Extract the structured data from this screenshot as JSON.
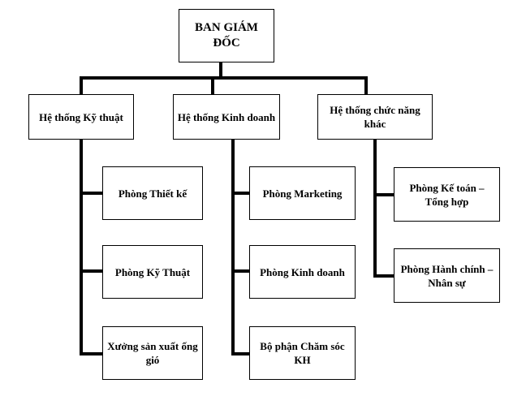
{
  "org_chart": {
    "root": "BAN GIÁM ĐỐC",
    "groups": [
      {
        "title": "Hệ thống Kỹ thuật",
        "units": [
          "Phòng Thiết kế",
          "Phòng Kỹ Thuật",
          "Xưởng sản xuất ống gió"
        ]
      },
      {
        "title": "Hệ thống Kinh doanh",
        "units": [
          "Phòng Marketing",
          "Phòng Kinh doanh",
          "Bộ phận Chăm sóc KH"
        ]
      },
      {
        "title": "Hệ thống chức năng khác",
        "units": [
          "Phòng Kế toán – Tổng hợp",
          "Phòng Hành chính – Nhân sự"
        ]
      }
    ],
    "line_color": "#000000",
    "box_border_color": "#000000",
    "background": "#ffffff"
  }
}
